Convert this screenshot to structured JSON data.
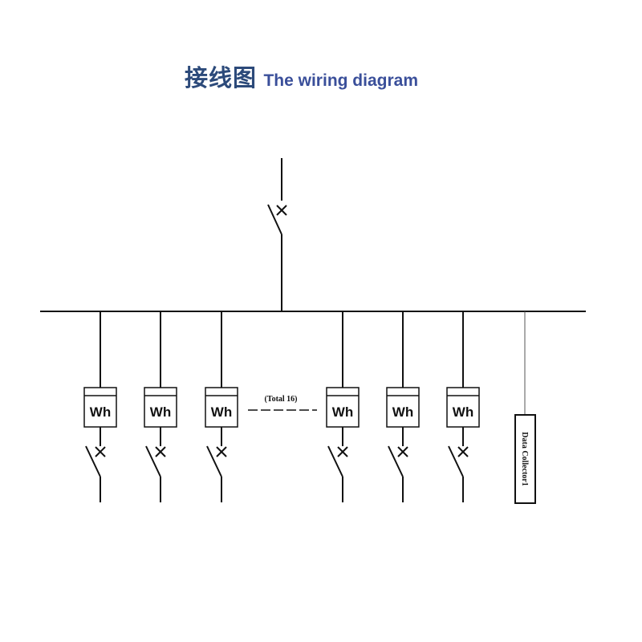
{
  "title": {
    "chinese": "接线图",
    "english": "The wiring diagram"
  },
  "meters": [
    {
      "label": "Wh"
    },
    {
      "label": "Wh"
    },
    {
      "label": "Wh"
    },
    {
      "label": "Wh"
    },
    {
      "label": "Wh"
    },
    {
      "label": "Wh"
    }
  ],
  "total_label": "(Total 16)",
  "collector_label": "Data Collector1",
  "colors": {
    "line": "#111111",
    "title_cn": "#2c4a7a",
    "title_en": "#3a4f9a"
  }
}
